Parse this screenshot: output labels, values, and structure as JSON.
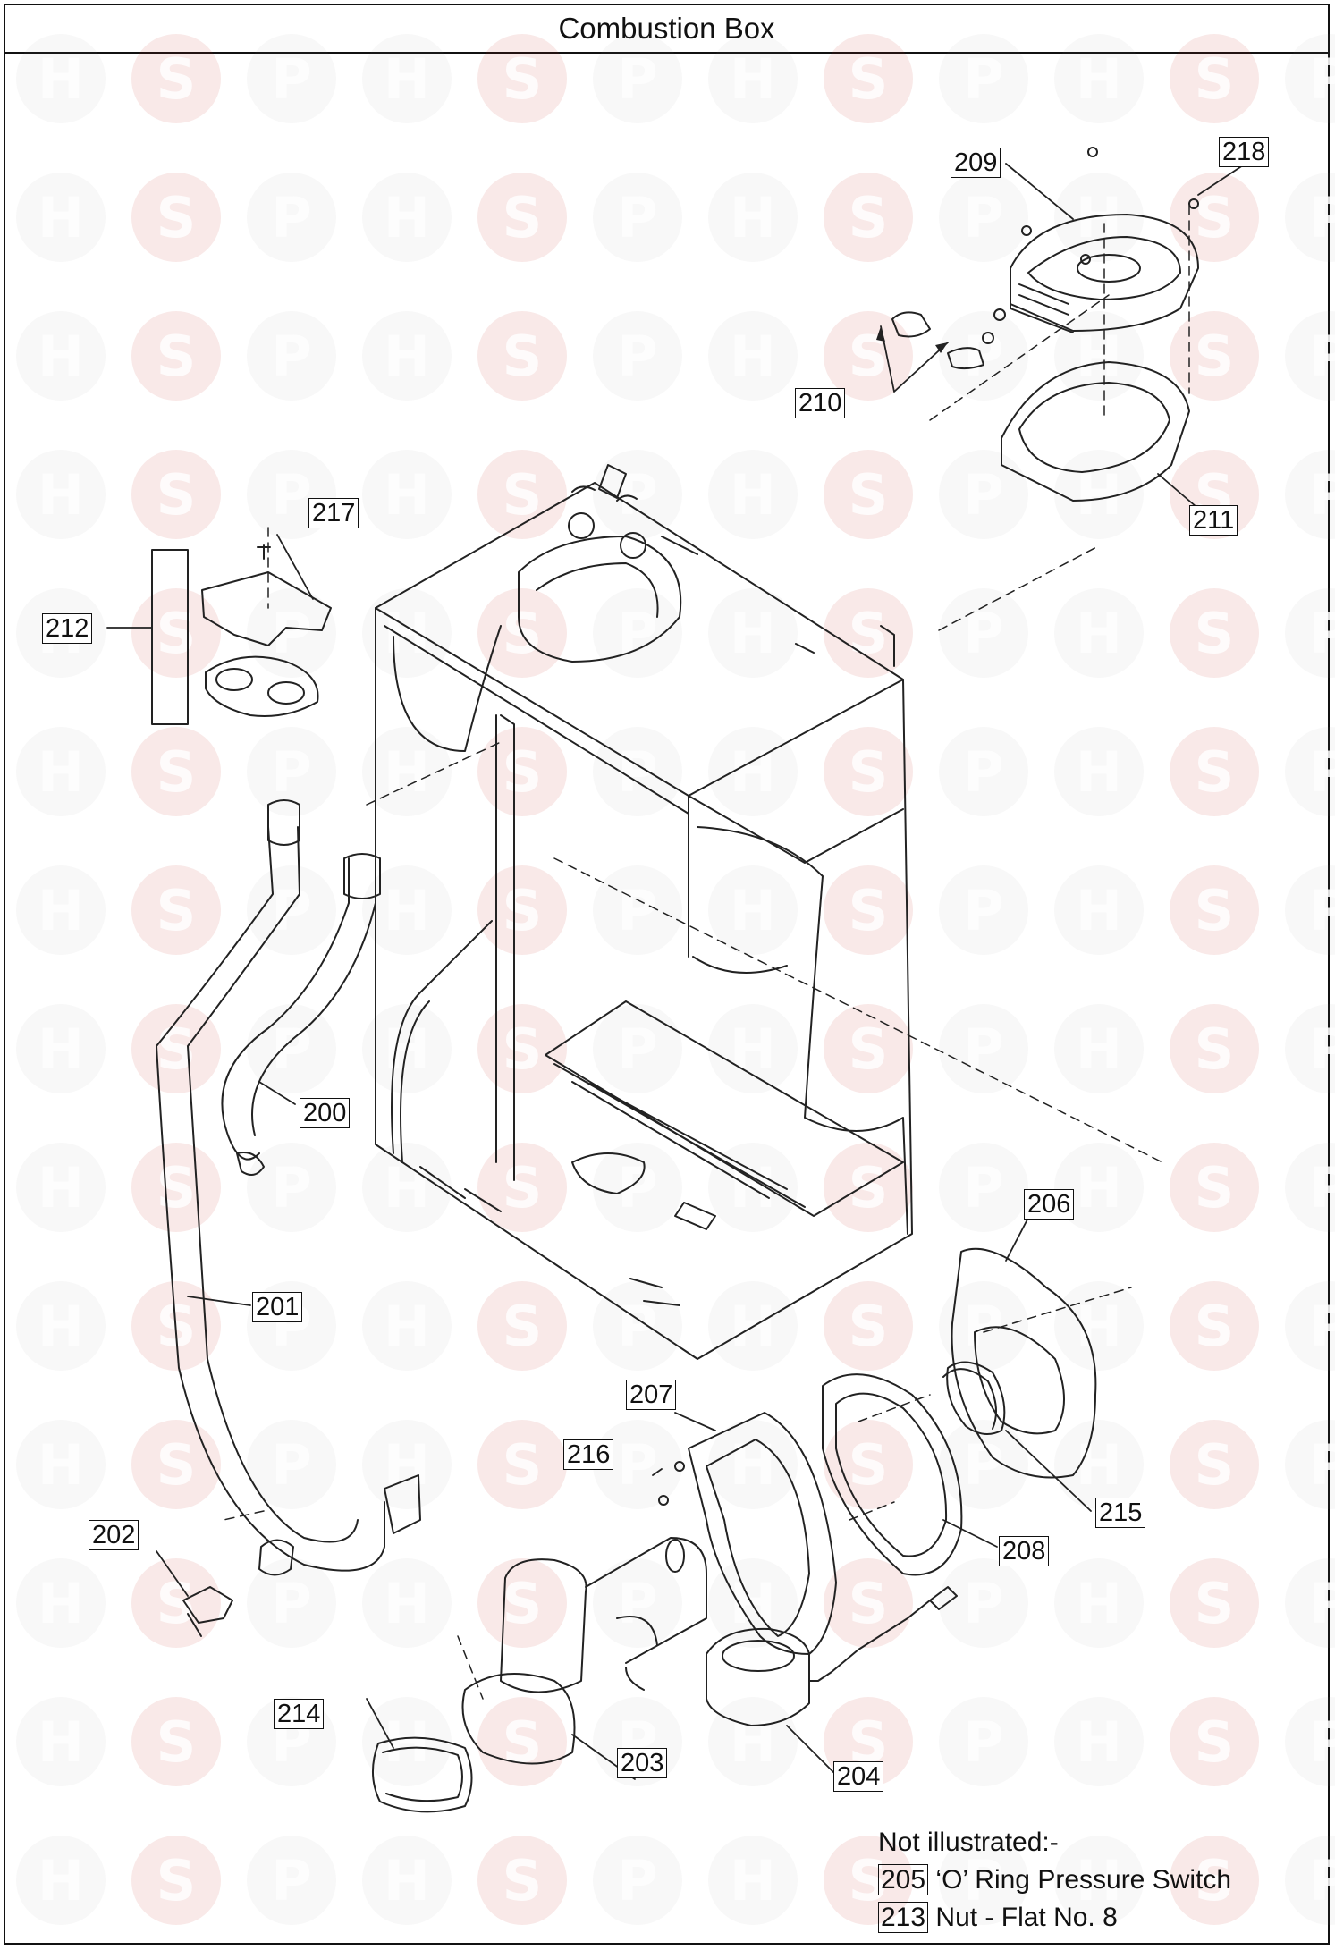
{
  "page": {
    "title": "Combustion Box"
  },
  "watermark": {
    "letters": [
      "H",
      "S",
      "P"
    ],
    "color": "#c0281e"
  },
  "part_labels": [
    "200",
    "201",
    "202",
    "203",
    "204",
    "206",
    "207",
    "208",
    "209",
    "210",
    "211",
    "212",
    "214",
    "215",
    "216",
    "217",
    "218"
  ],
  "notes": {
    "heading": "Not illustrated:-",
    "items": [
      {
        "code": "205",
        "text": " ‘O’ Ring Pressure Switch"
      },
      {
        "code": "213",
        "text": " Nut - Flat No. 8"
      }
    ]
  }
}
